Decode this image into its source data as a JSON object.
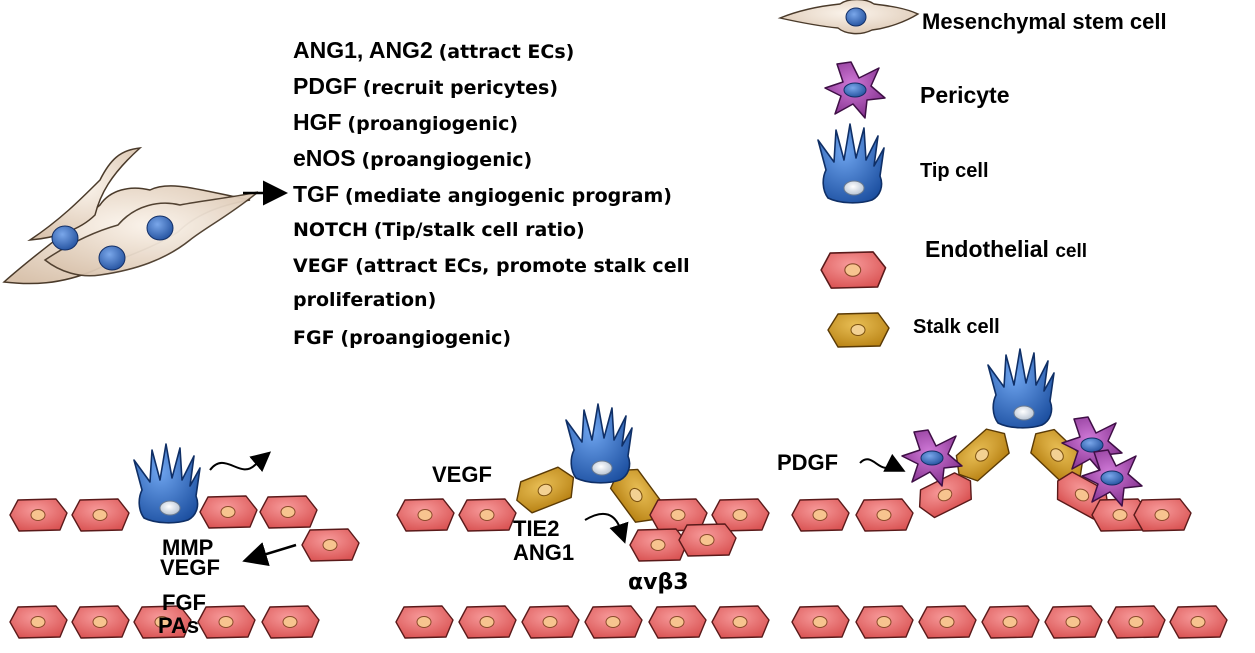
{
  "factors": [
    {
      "name": "ANG1, ANG2",
      "desc": "(attract ECs)"
    },
    {
      "name": "PDGF",
      "desc": "(recruit pericytes)"
    },
    {
      "name": "HGF",
      "desc": "(proangiogenic)"
    },
    {
      "name": "eNOS",
      "desc": "(proangiogenic)"
    },
    {
      "name": "TGF",
      "desc": "(mediate angiogenic program)"
    },
    {
      "name": "NOTCH",
      "desc": "(Tip/stalk cell ratio)"
    },
    {
      "name": "VEGF",
      "desc": "(attract ECs, promote stalk cell"
    },
    {
      "name": "",
      "desc": "proliferation)"
    },
    {
      "name": "FGF",
      "desc": "(proangiogenic)"
    }
  ],
  "legend": {
    "msc": "Mesenchymal stem cell",
    "pericyte": "Pericyte",
    "tip": "Tip cell",
    "endothelial_a": "Endothelial",
    "endothelial_b": "cell",
    "stalk": "Stalk cell"
  },
  "stage1": {
    "mmp": "MMP",
    "vegf": "VEGF",
    "fgf": "FGF",
    "pas": "PAs"
  },
  "stage2": {
    "vegf": "VEGF",
    "tie2": "TIE2",
    "ang1": "ANG1",
    "integrin": "αvβ3"
  },
  "stage3": {
    "pdgf": "PDGF"
  },
  "colors": {
    "endothelial": "#ec6e6e",
    "endothelial_nucleus": "#f7c48f",
    "stalk": "#d7a12a",
    "tip": "#2e6bc4",
    "pericyte": "#9b3fa6",
    "msc": "#efe2d4",
    "nucleus": "#3460b3"
  }
}
